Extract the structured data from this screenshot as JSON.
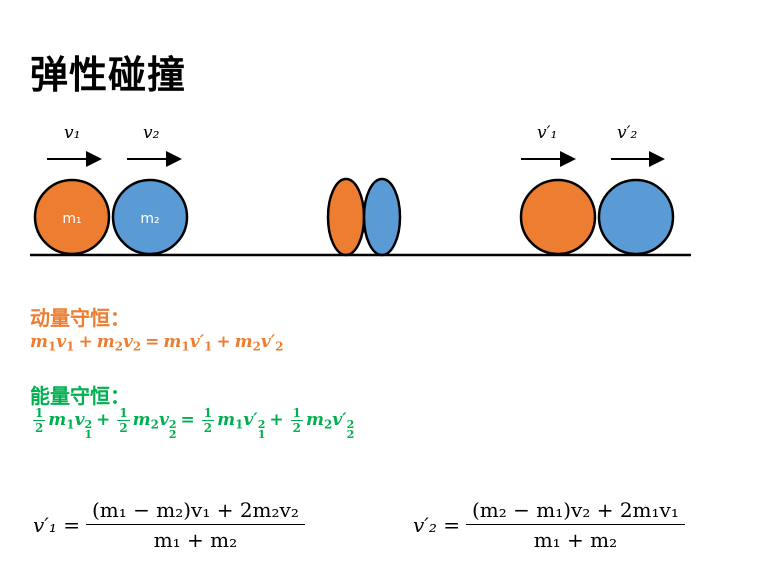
{
  "title": "弹性碰撞",
  "colors": {
    "orange": "#ED7D31",
    "blue": "#5B9BD5",
    "green": "#00B050"
  },
  "diagram": {
    "before": {
      "v1_label": "v₁",
      "v2_label": "v₂",
      "m1_label": "m₁",
      "m2_label": "m₂"
    },
    "after": {
      "v1_label": "v′₁",
      "v2_label": "v′₂"
    }
  },
  "momentum": {
    "heading": "动量守恒：",
    "formula": [
      {
        "v": "m",
        "sub": "1"
      },
      {
        "v": "v",
        "sub": "1"
      },
      {
        "op": "+"
      },
      {
        "v": "m",
        "sub": "2"
      },
      {
        "v": "v",
        "sub": "2"
      },
      {
        "op": "="
      },
      {
        "v": "m",
        "sub": "1"
      },
      {
        "v": "v′",
        "sub": "1"
      },
      {
        "op": "+"
      },
      {
        "v": "m",
        "sub": "2"
      },
      {
        "v": "v′",
        "sub": "2"
      }
    ]
  },
  "energy": {
    "heading": "能量守恒：",
    "formula": [
      {
        "frac": [
          "1",
          "2"
        ]
      },
      {
        "v": "m",
        "sub": "1"
      },
      {
        "v": "v",
        "sub": "1",
        "sup": "2"
      },
      {
        "op": "+"
      },
      {
        "frac": [
          "1",
          "2"
        ]
      },
      {
        "v": "m",
        "sub": "2"
      },
      {
        "v": "v",
        "sub": "2",
        "sup": "2"
      },
      {
        "op": "="
      },
      {
        "frac": [
          "1",
          "2"
        ]
      },
      {
        "v": "m",
        "sub": "1"
      },
      {
        "v": "v′",
        "sub": "1",
        "sup": "2"
      },
      {
        "op": "+"
      },
      {
        "frac": [
          "1",
          "2"
        ]
      },
      {
        "v": "m",
        "sub": "2"
      },
      {
        "v": "v′",
        "sub": "2",
        "sup": "2"
      }
    ]
  },
  "result1": {
    "lhs": "v′₁ =",
    "numerator": "(m₁ − m₂)v₁ + 2m₂v₂",
    "denominator": "m₁ + m₂"
  },
  "result2": {
    "lhs": "v′₂ =",
    "numerator": "(m₂ − m₁)v₂ + 2m₁v₁",
    "denominator": "m₁ + m₂"
  }
}
